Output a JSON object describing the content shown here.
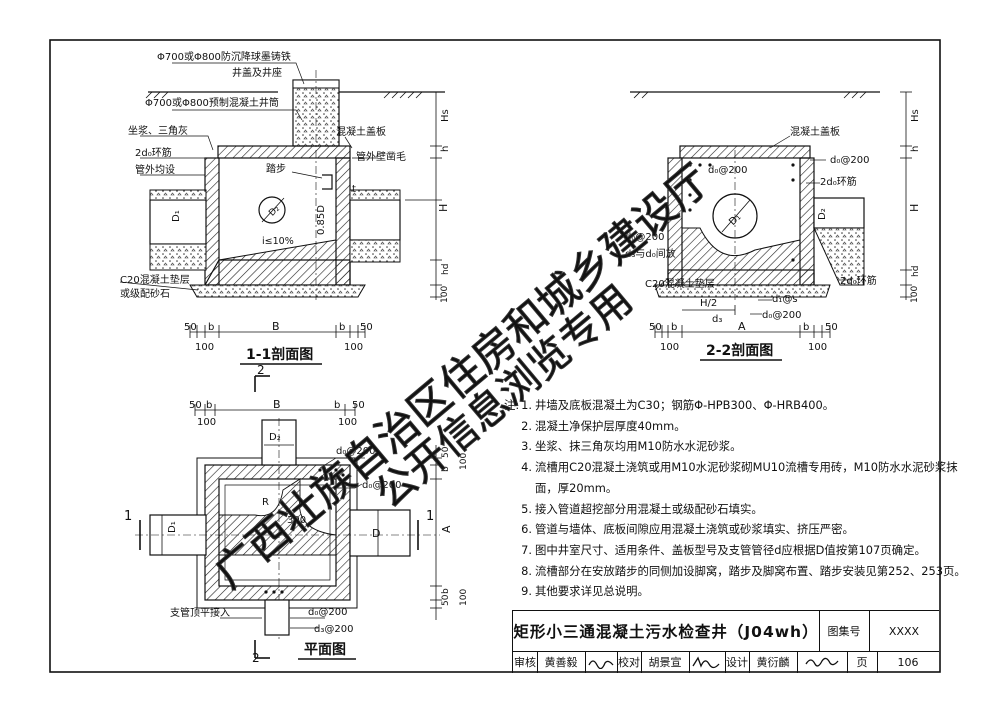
{
  "section11": {
    "labels": {
      "cover": "Φ700或Φ800防沉降球墨铸铁",
      "cover2": "井盖及井座",
      "riser": "Φ700或Φ800预制混凝土井筒",
      "mortar": "坐浆、三角灰",
      "ring": "2d₀环筋",
      "pipeout": "管外均设",
      "slab": "混凝土盖板",
      "pipewall": "管外壁凿毛",
      "step": "踏步",
      "slope": "i≤10%",
      "d2": "D₂",
      "d1": "D₁",
      "dia": "0.85D",
      "bedding": "C20混凝土垫层",
      "bedding2": "或级配砂石",
      "t": "t",
      "h": "h",
      "H": "H",
      "Hs": "Hs",
      "hd": "hd",
      "100": "100"
    },
    "dims": [
      "50",
      "b",
      "B",
      "b",
      "50",
      "100",
      "100"
    ],
    "title": "1-1剖面图"
  },
  "section22": {
    "labels": {
      "slab": "混凝土盖板",
      "d0a": "d₀@200",
      "ring": "2d₀环筋",
      "d0b": "d₀@200",
      "d2": "D₂",
      "d1": "D₁",
      "d0c": "d₀@200",
      "d3": "d₃与d₀间放",
      "bedding": "C20混凝土垫层",
      "ring2": "2d₀环筋",
      "h2": "H/2",
      "d1s": "d₁@s",
      "d3b": "d₃",
      "d0d": "d₀@200",
      "Hs": "Hs",
      "h": "h",
      "H": "H",
      "hd": "hd",
      "100": "100"
    },
    "dims": [
      "50",
      "b",
      "A",
      "b",
      "50",
      "100",
      "100"
    ],
    "title": "2-2剖面图"
  },
  "plan": {
    "labels": {
      "d2": "D₂",
      "d0a": "d₀@200",
      "d0b": "d₀@200",
      "r": "R",
      "r300": "300",
      "d1": "D₁",
      "D": "D",
      "A": "A",
      "branch": "支管顶平接入",
      "d0c": "d₀@200",
      "d3": "d₃@200",
      "cut1": "1",
      "cut1r": "1",
      "cut2": "2",
      "cut2b": "2"
    },
    "dims": [
      "50",
      "b",
      "B",
      "b",
      "50",
      "100",
      "100",
      "50",
      "b",
      "b",
      "50",
      "100",
      "100"
    ],
    "title": "平面图"
  },
  "notes": {
    "lead": "注:",
    "items": [
      {
        "n": "1.",
        "t": "井墙及底板混凝土为C30；钢筋Φ-HPB300、Φ-HRB400。"
      },
      {
        "n": "2.",
        "t": "混凝土净保护层厚度40mm。"
      },
      {
        "n": "3.",
        "t": "坐浆、抹三角灰均用M10防水水泥砂浆。"
      },
      {
        "n": "4.",
        "t": "流槽用C20混凝土浇筑或用M10水泥砂浆砌MU10流槽专用砖，M10防水水泥砂浆抹",
        "c": "面，厚20mm。"
      },
      {
        "n": "5.",
        "t": "接入管道超挖部分用混凝土或级配砂石填实。"
      },
      {
        "n": "6.",
        "t": "管道与墙体、底板间隙应用混凝土浇筑或砂浆填实、挤压严密。"
      },
      {
        "n": "7.",
        "t": "图中井室尺寸、适用条件、盖板型号及支管管径d应根据D值按第107页确定。"
      },
      {
        "n": "8.",
        "t": "流槽部分在安放踏步的同侧加设脚窝，踏步及脚窝布置、踏步安装见第252、253页。"
      },
      {
        "n": "9.",
        "t": "其他要求详见总说明。"
      }
    ]
  },
  "titleblock": {
    "title": "矩形小三通混凝土污水检查井（J04wh）",
    "atlas_label": "图集号",
    "atlas_no": "XXXX",
    "review": "审核",
    "reviewer": "黄善毅",
    "check": "校对",
    "checker": "胡景宣",
    "design": "设计",
    "designer": "黄衍麟",
    "page_label": "页",
    "page_no": "106"
  },
  "watermark": {
    "line1": "广西壮族自治区住房和城乡建设厅",
    "line2": "公开信息浏览专用"
  }
}
